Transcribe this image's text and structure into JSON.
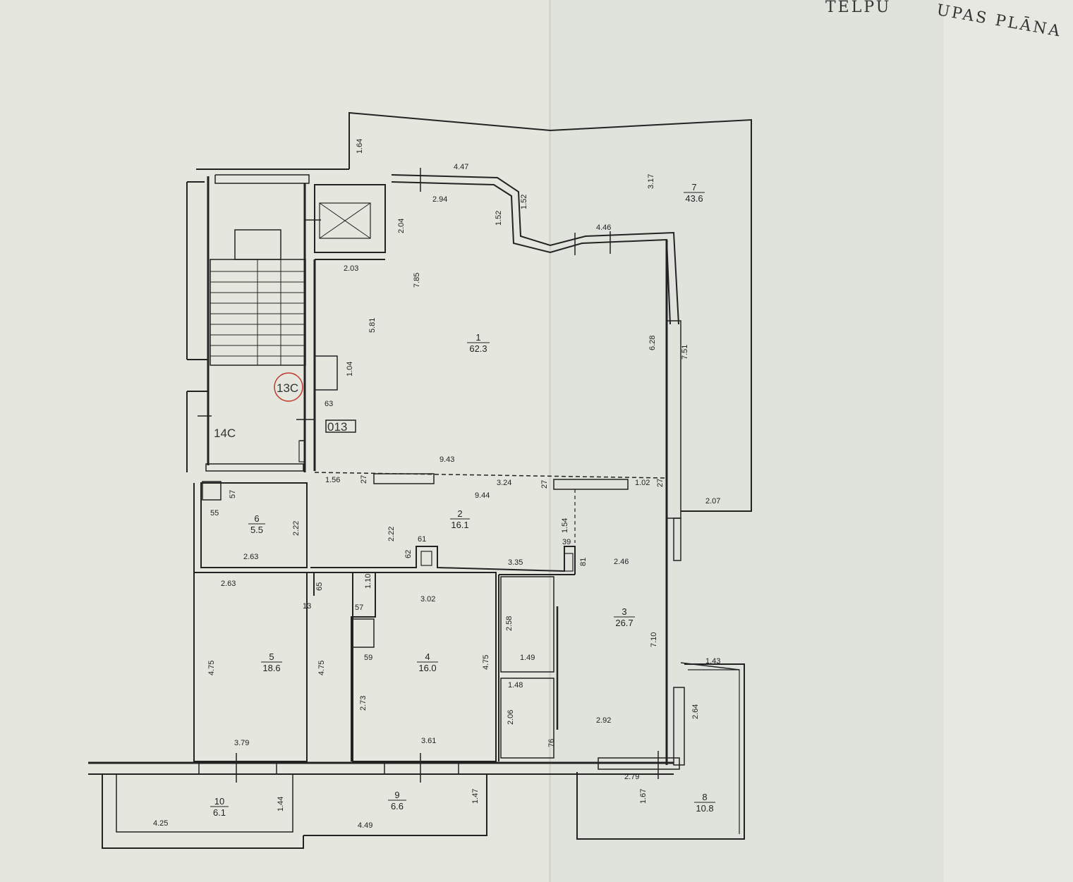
{
  "header": {
    "title_left": "TELPU",
    "title_right": "UPAS PLĀNA"
  },
  "labels": {
    "stair_13": "13C",
    "stair_14": "14C",
    "entrance_code": "013"
  },
  "rooms": [
    {
      "id": "1",
      "area": "62.3"
    },
    {
      "id": "2",
      "area": "16.1"
    },
    {
      "id": "3",
      "area": "26.7"
    },
    {
      "id": "4",
      "area": "16.0"
    },
    {
      "id": "5",
      "area": "18.6"
    },
    {
      "id": "6",
      "area": "5.5"
    },
    {
      "id": "7",
      "area": "43.6"
    },
    {
      "id": "8",
      "area": "10.8"
    },
    {
      "id": "9",
      "area": "6.6"
    },
    {
      "id": "10",
      "area": "6.1"
    }
  ],
  "dimensions": {
    "d_1_64": "1.64",
    "d_4_47": "4.47",
    "d_2_94": "2.94",
    "d_1_52a": "1.52",
    "d_1_52b": "1.52",
    "d_3_17": "3.17",
    "d_2_04": "2.04",
    "d_4_46": "4.46",
    "d_2_03": "2.03",
    "d_7_85": "7.85",
    "d_5_81": "5.81",
    "d_6_28": "6.28",
    "d_7_51": "7.51",
    "d_1_04": "1.04",
    "d_63": "63",
    "d_9_43": "9.43",
    "d_1_56": "1.56",
    "d_27a": "27",
    "d_3_24": "3.24",
    "d_27b": "27",
    "d_1_02": "1.02",
    "d_27c": "27",
    "d_2_07": "2.07",
    "d_57a": "57",
    "d_55": "55",
    "d_9_44": "9.44",
    "d_2_22a": "2.22",
    "d_2_22b": "2.22",
    "d_1_54": "1.54",
    "d_61": "61",
    "d_39": "39",
    "d_62": "62",
    "d_2_63a": "2.63",
    "d_3_35": "3.35",
    "d_81": "81",
    "d_2_46": "2.46",
    "d_2_63b": "2.63",
    "d_65": "65",
    "d_1_10": "1.10",
    "d_3_02": "3.02",
    "d_13": "13",
    "d_57b": "57",
    "d_2_58": "2.58",
    "d_7_10": "7.10",
    "d_4_75a": "4.75",
    "d_4_75b": "4.75",
    "d_59": "59",
    "d_4_75c": "4.75",
    "d_1_49": "1.49",
    "d_1_43": "1.43",
    "d_1_48": "1.48",
    "d_2_73": "2.73",
    "d_2_06": "2.06",
    "d_2_64": "2.64",
    "d_2_92": "2.92",
    "d_76": "76",
    "d_3_79": "3.79",
    "d_3_61": "3.61",
    "d_2_79": "2.79",
    "d_1_44": "1.44",
    "d_1_47": "1.47",
    "d_1_67": "1.67",
    "d_4_25": "4.25",
    "d_4_49": "4.49"
  }
}
